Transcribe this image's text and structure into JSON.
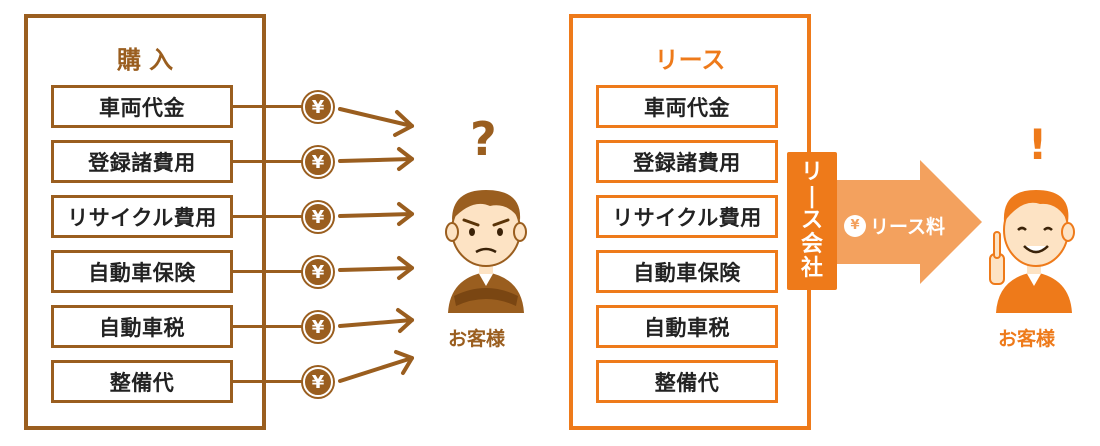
{
  "purchase": {
    "title": "購 入",
    "items": [
      "車両代金",
      "登録諸費用",
      "リサイクル費用",
      "自動車保険",
      "自動車税",
      "整備代"
    ],
    "yen_symbol": "¥",
    "customer_label": "お客様",
    "mark": "?"
  },
  "lease": {
    "title": "リース",
    "items": [
      "車両代金",
      "登録諸費用",
      "リサイクル費用",
      "自動車保険",
      "自動車税",
      "整備代"
    ],
    "company_label": [
      "リ",
      "|",
      "ス",
      "会",
      "社"
    ],
    "fee_yen": "¥",
    "fee_label": "リース料",
    "customer_label": "お客様",
    "mark": "!"
  },
  "colors": {
    "brown": "#9a5e1f",
    "orange": "#ee7a1a",
    "light_orange": "#f3a15e",
    "skin": "#fde3c4"
  },
  "icons": [
    "yen-coin-icon",
    "arrow-icon",
    "confused-customer-icon",
    "happy-customer-icon",
    "big-arrow-icon"
  ]
}
